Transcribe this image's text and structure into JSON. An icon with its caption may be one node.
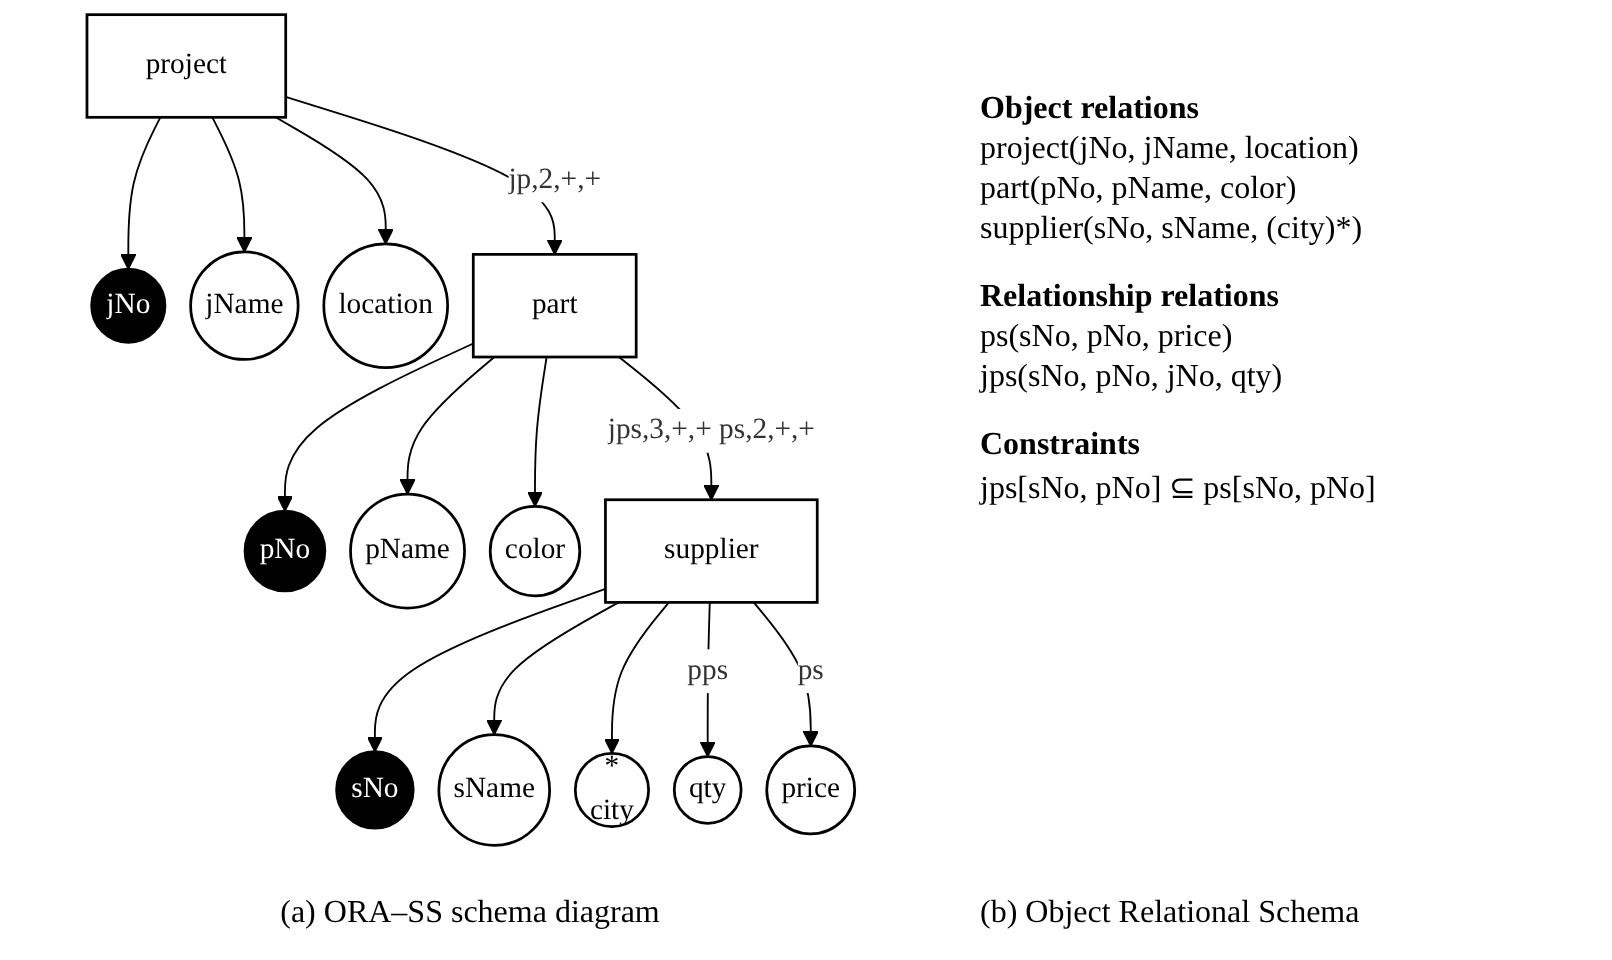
{
  "diagram": {
    "nodes": [
      {
        "text": [
          "project"
        ]
      },
      {
        "text": [
          "jNo"
        ]
      },
      {
        "text": [
          "jName"
        ]
      },
      {
        "text": [
          "location"
        ]
      },
      {
        "text": [
          "part"
        ]
      },
      {
        "text": [
          "pNo"
        ]
      },
      {
        "text": [
          "pName"
        ]
      },
      {
        "text": [
          "color"
        ]
      },
      {
        "text": [
          "supplier"
        ]
      },
      {
        "text": [
          "sNo"
        ]
      },
      {
        "text": [
          "sName"
        ]
      },
      {
        "text": [
          "*",
          "city"
        ]
      },
      {
        "text": [
          "qty"
        ]
      },
      {
        "text": [
          "price"
        ]
      }
    ],
    "edges": [
      {
        "from": 0,
        "to": 1,
        "arrow": "to"
      },
      {
        "from": 0,
        "to": 2,
        "arrow": "to"
      },
      {
        "from": 0,
        "to": 3,
        "arrow": "to"
      },
      {
        "from": 0,
        "to": 4,
        "arrow": "to",
        "label": "jp,2,+,+"
      },
      {
        "from": 4,
        "to": 5,
        "arrow": "to"
      },
      {
        "from": 4,
        "to": 6,
        "arrow": "to"
      },
      {
        "from": 4,
        "to": 7,
        "arrow": "to"
      },
      {
        "from": 4,
        "to": 8,
        "arrow": "to",
        "label": "jps,3,+,+ ps,2,+,+"
      },
      {
        "from": 8,
        "to": 9,
        "arrow": "to"
      },
      {
        "from": 8,
        "to": 10,
        "arrow": "to"
      },
      {
        "from": 8,
        "to": 11,
        "arrow": "to"
      },
      {
        "from": 8,
        "to": 12,
        "arrow": "to",
        "label": "pps"
      },
      {
        "from": 8,
        "to": 13,
        "arrow": "to",
        "label": "ps"
      }
    ],
    "labels": [
      "Object relations",
      "project(jNo, jName, location)",
      "part(pNo, pName, color)",
      "supplier(sNo, sName, (city)*)",
      "Relationship relations",
      "ps(sNo, pNo, price)",
      "jps(sNo, pNo, jNo, qty)",
      "Constraints",
      "jps[sNo, pNo] ⊆ ps[sNo, pNo]",
      "(a) ORA–SS schema diagram",
      "(b) Object Relational Schema"
    ]
  }
}
